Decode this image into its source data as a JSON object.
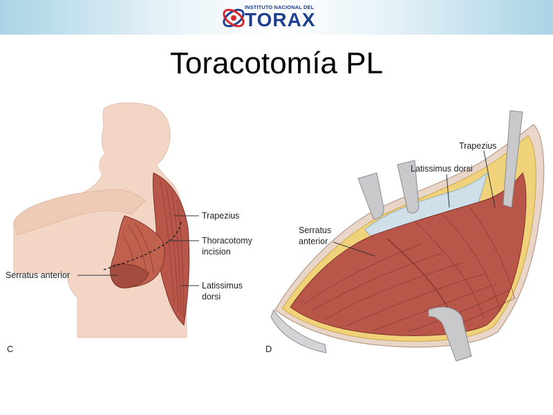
{
  "header": {
    "logo_top": "INSTITUTO NACIONAL DEL",
    "logo_main": "TORAX"
  },
  "slide": {
    "title": "Toracotomía PL"
  },
  "figure_c": {
    "letter": "C",
    "labels": {
      "trapezius": "Trapezius",
      "thoracotomy_1": "Thoracotomy",
      "thoracotomy_2": "incision",
      "latissimus_1": "Latissimus",
      "latissimus_2": "dorsi",
      "serratus": "Serratus anterior"
    }
  },
  "figure_d": {
    "letter": "D",
    "labels": {
      "trapezius": "Trapezius",
      "latissimus": "Latissimus dorsi",
      "serratus_1": "Serratus",
      "serratus_2": "anterior"
    }
  },
  "colors": {
    "brand_blue": "#1d3f8f",
    "brand_red": "#d7282f",
    "skin": "#f2d5c4",
    "muscle": "#b8564a",
    "fat": "#f0d27a",
    "retractor": "#c9c9cc"
  }
}
